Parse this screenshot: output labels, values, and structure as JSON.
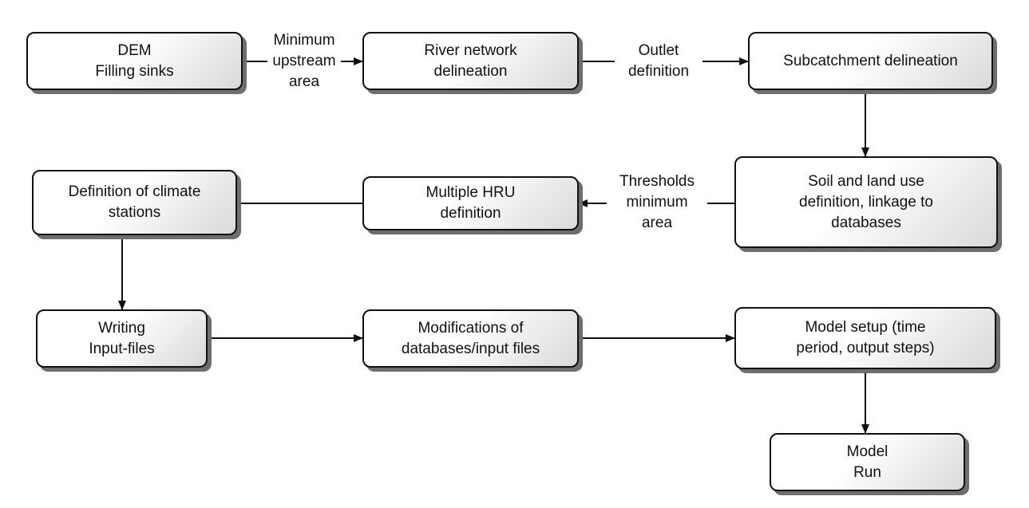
{
  "nodes": [
    {
      "id": "dem",
      "text": "DEM\nFilling sinks"
    },
    {
      "id": "river",
      "text": "River network\ndelineation"
    },
    {
      "id": "subcatch",
      "text": "Subcatchment delineation"
    },
    {
      "id": "soil",
      "text": "Soil and land use\ndefinition, linkage to\ndatabases"
    },
    {
      "id": "hru",
      "text": "Multiple HRU\ndefinition"
    },
    {
      "id": "climate",
      "text": "Definition of climate\nstations"
    },
    {
      "id": "writing",
      "text": "Writing\nInput-files"
    },
    {
      "id": "modif",
      "text": "Modifications of\ndatabases/input files"
    },
    {
      "id": "setup",
      "text": "Model setup (time\nperiod, output steps)"
    },
    {
      "id": "run",
      "text": "Model\nRun"
    }
  ],
  "edges": [
    {
      "from": "dem",
      "to": "river",
      "label": "Minimum\nupstream\narea"
    },
    {
      "from": "river",
      "to": "subcatch",
      "label": "Outlet\ndefinition"
    },
    {
      "from": "subcatch",
      "to": "soil",
      "label": ""
    },
    {
      "from": "soil",
      "to": "hru",
      "label": "Thresholds\nminimum\narea"
    },
    {
      "from": "hru",
      "to": "climate",
      "label": ""
    },
    {
      "from": "climate",
      "to": "writing",
      "label": ""
    },
    {
      "from": "writing",
      "to": "modif",
      "label": ""
    },
    {
      "from": "modif",
      "to": "setup",
      "label": ""
    },
    {
      "from": "setup",
      "to": "run",
      "label": ""
    }
  ]
}
